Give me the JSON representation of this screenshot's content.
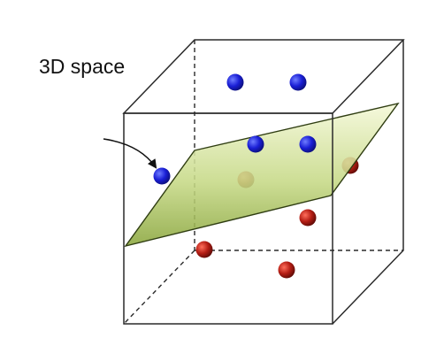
{
  "diagram": {
    "label": "3D space",
    "colors": {
      "edge": "#2a2a2a",
      "blue_point": "#1a1fd6",
      "red_point": "#b41d14",
      "plane_top": "#f4f8d8",
      "plane_bottom": "#8aa63c",
      "plane_edge": "#2f3d12"
    },
    "point_groups": [
      {
        "name": "blue",
        "count": 5
      },
      {
        "name": "red",
        "count": 5
      }
    ]
  }
}
